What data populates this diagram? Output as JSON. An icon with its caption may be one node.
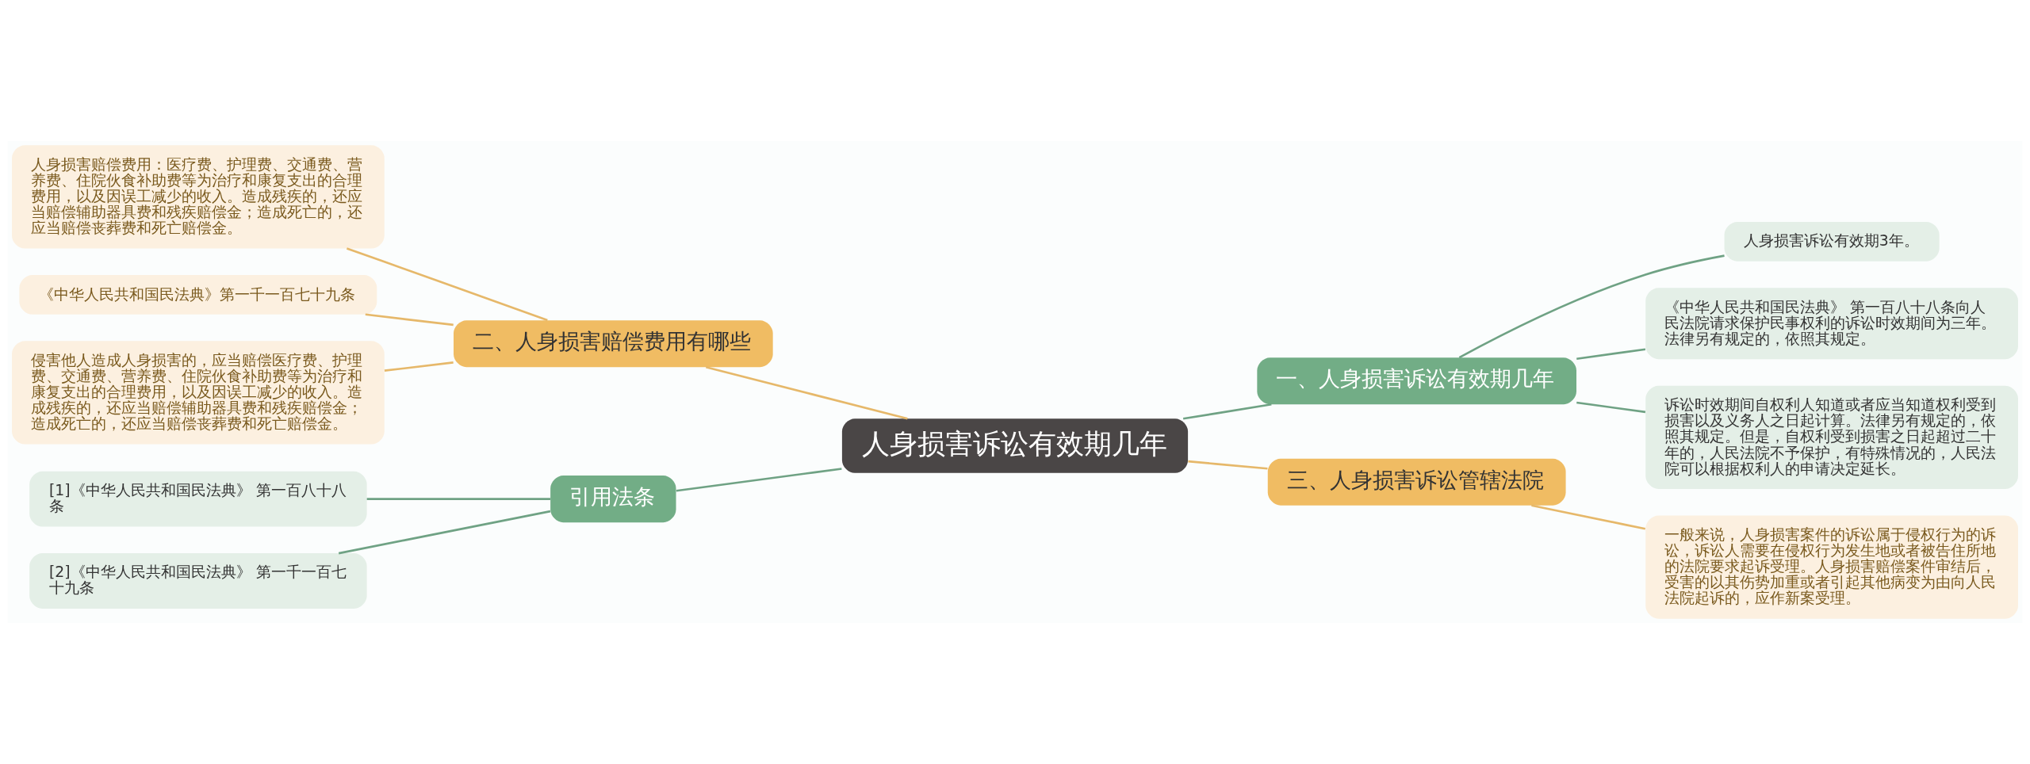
{
  "diagram": {
    "nodes": [
      {
        "text": [
          "人身损害诉讼有效期几年"
        ]
      },
      {
        "text": [
          "一、人身损害诉讼有效期几年"
        ]
      },
      {
        "text": [
          "人身损害诉讼有效期3年。"
        ]
      },
      {
        "text": [
          "《中华人民共和国民法典》 第一百八十八条向人民法院请求保护民事权利的诉讼时效期间为三年。法律另有规定的，依照其规定。"
        ]
      },
      {
        "text": [
          "诉讼时效期间自权利人知道或者应当知道权利受到损害以及义务人之日起计算。法律另有规定的，依照其规定。但是，自权利受到损害之日起超过二十年的，人民法院不予保护，有特殊情况的，人民法院可以根据权利人的申请决定延长。"
        ]
      },
      {
        "text": [
          "二、人身损害赔偿费用有哪些"
        ]
      },
      {
        "text": [
          "人身损害赔偿费用：医疗费、护理费、交通费、营养费、住院伙食补助费等为治疗和康复支出的合理费用，以及因误工减少的收入。造成残疾的，还应当赔偿辅助器具费和残疾赔偿金；造成死亡的，还应当赔偿丧葬费和死亡赔偿金。"
        ]
      },
      {
        "text": [
          "《中华人民共和国民法典》第一千一百七十九条"
        ]
      },
      {
        "text": [
          "侵害他人造成人身损害的，应当赔偿医疗费、护理费、交通费、营养费、住院伙食补助费等为治疗和康复支出的合理费用，以及因误工减少的收入。造成残疾的，还应当赔偿辅助器具费和残疾赔偿金；造成死亡的，还应当赔偿丧葬费和死亡赔偿金。"
        ]
      },
      {
        "text": [
          "三、人身损害诉讼管辖法院"
        ]
      },
      {
        "text": [
          "一般来说，人身损害案件的诉讼属于侵权行为的诉讼，诉讼人需要在侵权行为发生地或者被告住所地的法院要求起诉受理。人身损害赔偿案件审结后，受害的以其伤势加重或者引起其他病变为由向人民法院起诉的，应作新案受理。"
        ]
      },
      {
        "text": [
          "引用法条"
        ]
      },
      {
        "text": [
          "[1]《中华人民共和国民法典》 第一百八十八条"
        ]
      },
      {
        "text": [
          "[2]《中华人民共和国民法典》 第一千一百七十九条"
        ]
      }
    ],
    "edges": [
      {
        "from": 0,
        "to": 1,
        "arrow": "none",
        "color": "#6fa284"
      },
      {
        "from": 1,
        "to": 2,
        "arrow": "none",
        "color": "#6fa284"
      },
      {
        "from": 1,
        "to": 3,
        "arrow": "none",
        "color": "#6fa284"
      },
      {
        "from": 1,
        "to": 4,
        "arrow": "none",
        "color": "#6fa284"
      },
      {
        "from": 0,
        "to": 5,
        "arrow": "none",
        "color": "#e6b86a"
      },
      {
        "from": 5,
        "to": 6,
        "arrow": "none",
        "color": "#e6b86a"
      },
      {
        "from": 5,
        "to": 7,
        "arrow": "none",
        "color": "#e6b86a"
      },
      {
        "from": 5,
        "to": 8,
        "arrow": "none",
        "color": "#e6b86a"
      },
      {
        "from": 0,
        "to": 9,
        "arrow": "none",
        "color": "#e6b86a"
      },
      {
        "from": 9,
        "to": 10,
        "arrow": "none",
        "color": "#e6b86a"
      },
      {
        "from": 0,
        "to": 11,
        "arrow": "none",
        "color": "#6fa284"
      },
      {
        "from": 11,
        "to": 12,
        "arrow": "none",
        "color": "#6fa284"
      },
      {
        "from": 11,
        "to": 13,
        "arrow": "none",
        "color": "#6fa284"
      }
    ]
  }
}
